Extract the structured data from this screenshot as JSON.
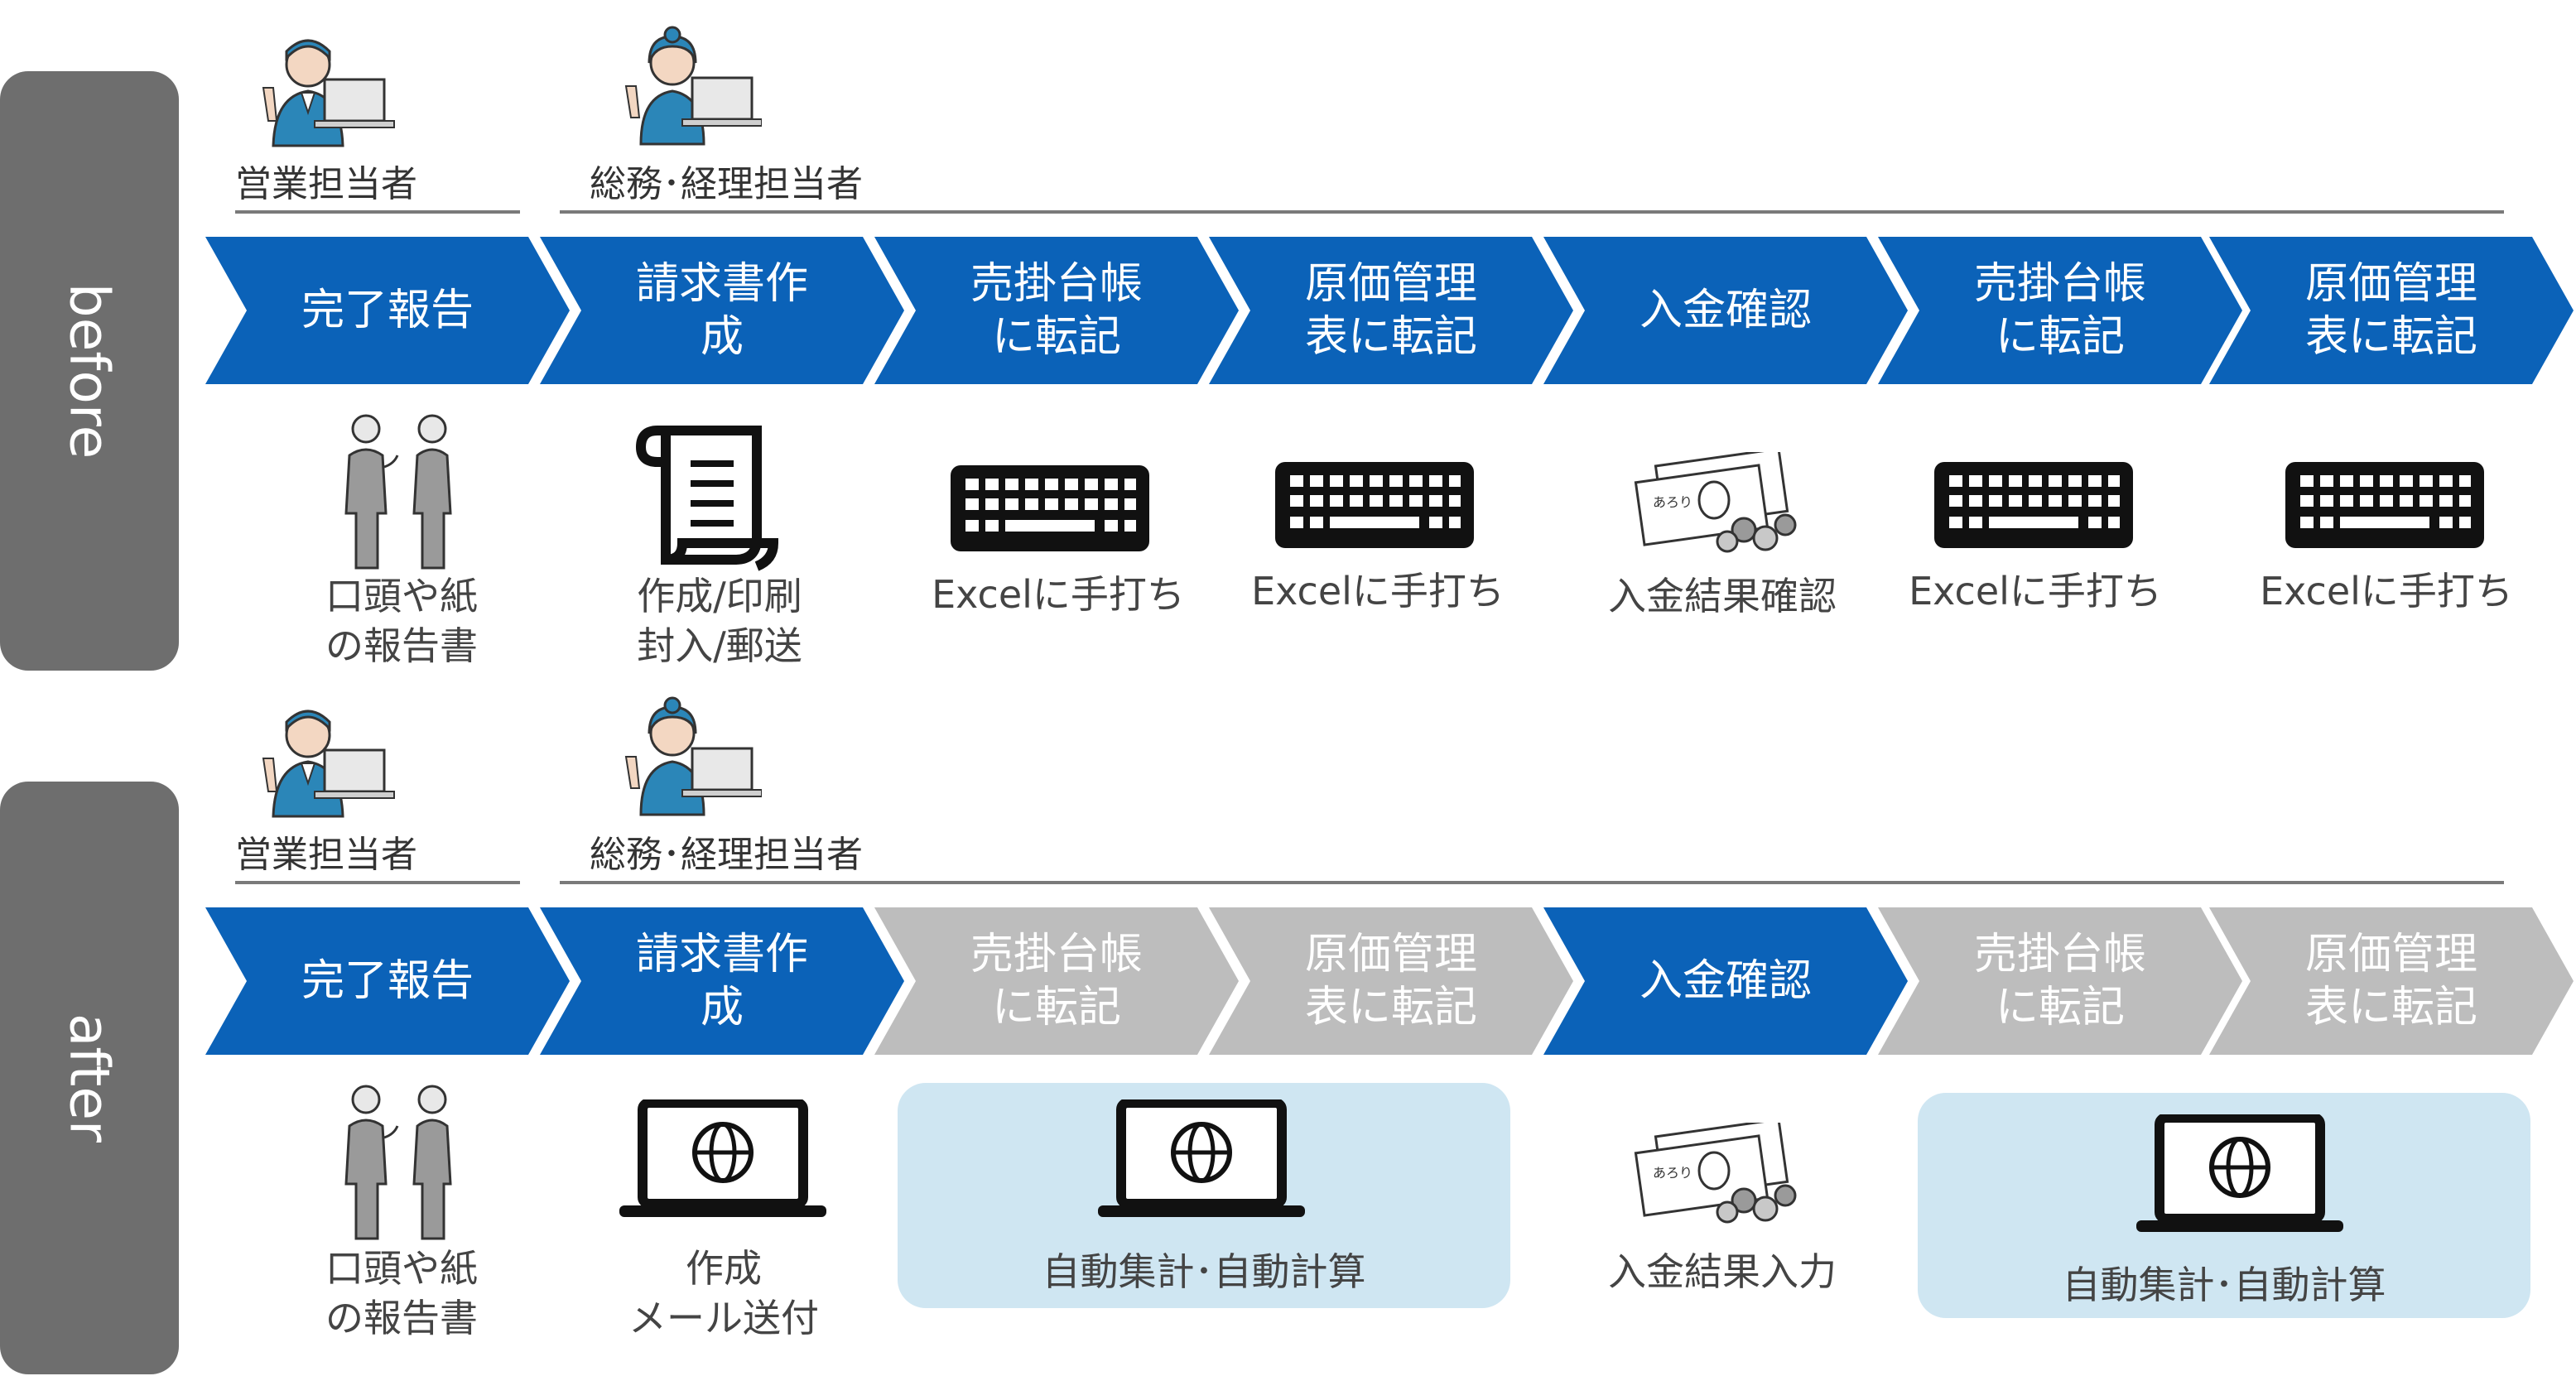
{
  "colors": {
    "side": "#6e6e6e",
    "active": "#0b62b8",
    "inactive": "#bdbdbd",
    "highlight": "#cfe6f2"
  },
  "before": {
    "label": "before",
    "roles": {
      "sales": "営業担当者",
      "admin": "総務･経理担当者"
    },
    "steps": [
      {
        "label": "完了報告",
        "state": "active"
      },
      {
        "label": "請求書作\n成",
        "state": "active"
      },
      {
        "label": "売掛台帳\nに転記",
        "state": "active"
      },
      {
        "label": "原価管理\n表に転記",
        "state": "active"
      },
      {
        "label": "入金確認",
        "state": "active"
      },
      {
        "label": "売掛台帳\nに転記",
        "state": "active"
      },
      {
        "label": "原価管理\n表に転記",
        "state": "active"
      }
    ],
    "captions": [
      {
        "text": "口頭や紙\nの報告書",
        "icon": "people-talking-icon"
      },
      {
        "text": "作成/印刷\n封入/郵送",
        "icon": "scroll-document-icon"
      },
      {
        "text": "Excelに手打ち",
        "icon": "keyboard-icon"
      },
      {
        "text": "Excelに手打ち",
        "icon": "keyboard-icon"
      },
      {
        "text": "入金結果確認",
        "icon": "money-icon"
      },
      {
        "text": "Excelに手打ち",
        "icon": "keyboard-icon"
      },
      {
        "text": "Excelに手打ち",
        "icon": "keyboard-icon"
      }
    ]
  },
  "after": {
    "label": "after",
    "roles": {
      "sales": "営業担当者",
      "admin": "総務･経理担当者"
    },
    "steps": [
      {
        "label": "完了報告",
        "state": "active"
      },
      {
        "label": "請求書作\n成",
        "state": "active"
      },
      {
        "label": "売掛台帳\nに転記",
        "state": "inactive"
      },
      {
        "label": "原価管理\n表に転記",
        "state": "inactive"
      },
      {
        "label": "入金確認",
        "state": "active"
      },
      {
        "label": "売掛台帳\nに転記",
        "state": "inactive"
      },
      {
        "label": "原価管理\n表に転記",
        "state": "inactive"
      }
    ],
    "captions": [
      {
        "text": "口頭や紙\nの報告書",
        "icon": "people-talking-icon"
      },
      {
        "text": "作成\nメール送付",
        "icon": "laptop-globe-icon"
      },
      {
        "text": "自動集計･自動計算",
        "icon": "laptop-globe-icon"
      },
      {
        "text": "入金結果入力",
        "icon": "money-icon"
      },
      {
        "text": "自動集計･自動計算",
        "icon": "laptop-globe-icon"
      }
    ]
  }
}
